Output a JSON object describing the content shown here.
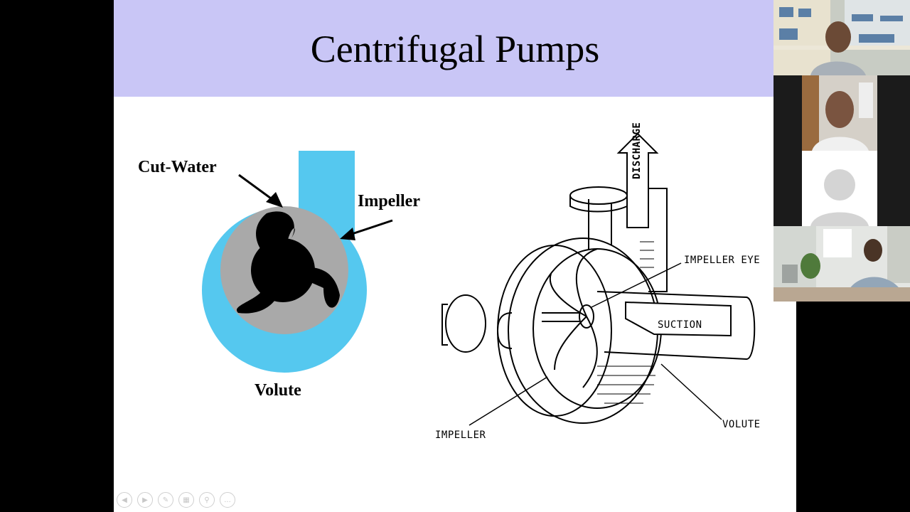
{
  "slide": {
    "title": "Centrifugal Pumps",
    "left_diagram": {
      "label_cut_water": "Cut-Water",
      "label_impeller": "Impeller",
      "label_volute": "Volute",
      "colors": {
        "casing": "#55c8ef",
        "impeller_disc": "#a9a9a9",
        "blades": "#000000"
      }
    },
    "right_diagram": {
      "label_discharge": "DISCHARGE",
      "label_impeller_eye": "IMPELLER EYE",
      "label_suction": "SUCTION",
      "label_impeller": "IMPELLER",
      "label_volute": "VOLUTE"
    }
  },
  "toolbar": {
    "buttons": [
      "prev-slide",
      "next-slide",
      "pen",
      "slides-grid",
      "zoom",
      "more"
    ],
    "more_label": "..."
  },
  "participants": [
    {
      "video": "on",
      "background": "bookshelf"
    },
    {
      "video": "on",
      "background": "door"
    },
    {
      "video": "off"
    },
    {
      "video": "on",
      "background": "office-plant"
    }
  ],
  "colors": {
    "title_bar": "#c9c6f6",
    "background": "#000000"
  }
}
